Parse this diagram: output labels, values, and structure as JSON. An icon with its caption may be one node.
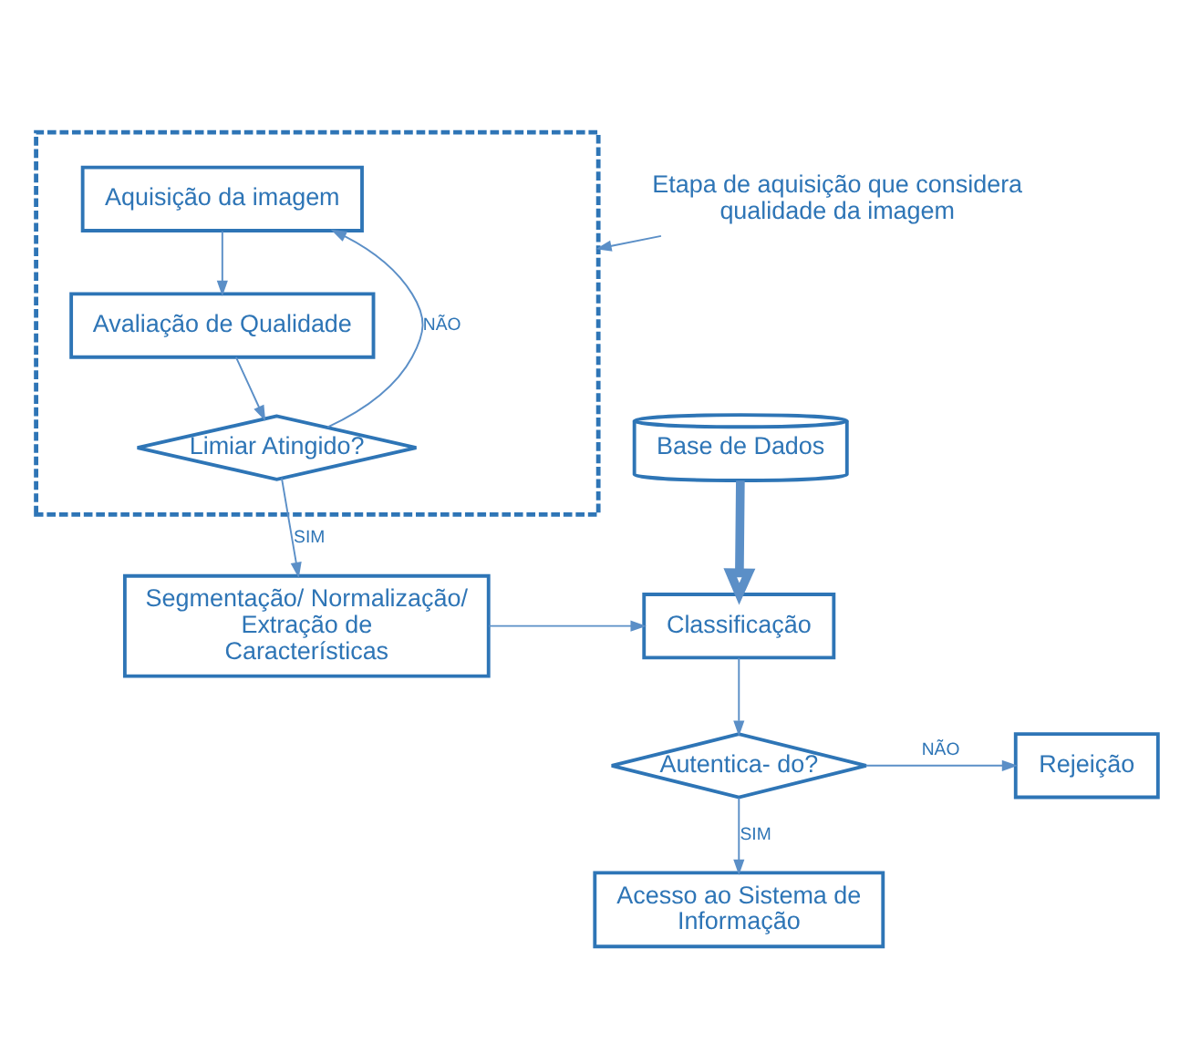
{
  "diagram": {
    "nodes": [
      {
        "text": [],
        "shape": "box"
      },
      {
        "text": [
          "Aquisição da imagem"
        ],
        "in": 0
      },
      {
        "text": [
          "Avaliação de Qualidade"
        ],
        "in": 0
      },
      {
        "text": [
          "Limiar Atingido?"
        ],
        "in": 0
      },
      {
        "text": [
          "Etapa de aquisição que considera qualidade da imagem"
        ]
      },
      {
        "text": [
          "Base de Dados"
        ]
      },
      {
        "text": [
          "Segmentação/ Normalização/ Extração de Características"
        ]
      },
      {
        "text": [
          "Classificação"
        ]
      },
      {
        "text": [
          "Autentica- do?"
        ]
      },
      {
        "text": [
          "Rejeição"
        ]
      },
      {
        "text": [
          "Acesso ao Sistema de Informação"
        ]
      }
    ],
    "edges": [
      {
        "from": 1,
        "to": 2,
        "arrow": "to"
      },
      {
        "from": 2,
        "to": 3,
        "arrow": "to"
      },
      {
        "from": 3,
        "to": 1,
        "arrow": "to",
        "label": "NÃO"
      },
      {
        "from": 4,
        "to": 0,
        "arrow": "to"
      },
      {
        "from": 3,
        "to": 6,
        "arrow": "to",
        "label": "SIM"
      },
      {
        "from": 5,
        "to": 7,
        "arrow": "to",
        "style": "thick"
      },
      {
        "from": 6,
        "to": 7,
        "arrow": "to"
      },
      {
        "from": 7,
        "to": 8,
        "arrow": "to"
      },
      {
        "from": 8,
        "to": 9,
        "arrow": "to",
        "label": "NÃO"
      },
      {
        "from": 8,
        "to": 10,
        "arrow": "to",
        "label": "SIM"
      }
    ]
  }
}
